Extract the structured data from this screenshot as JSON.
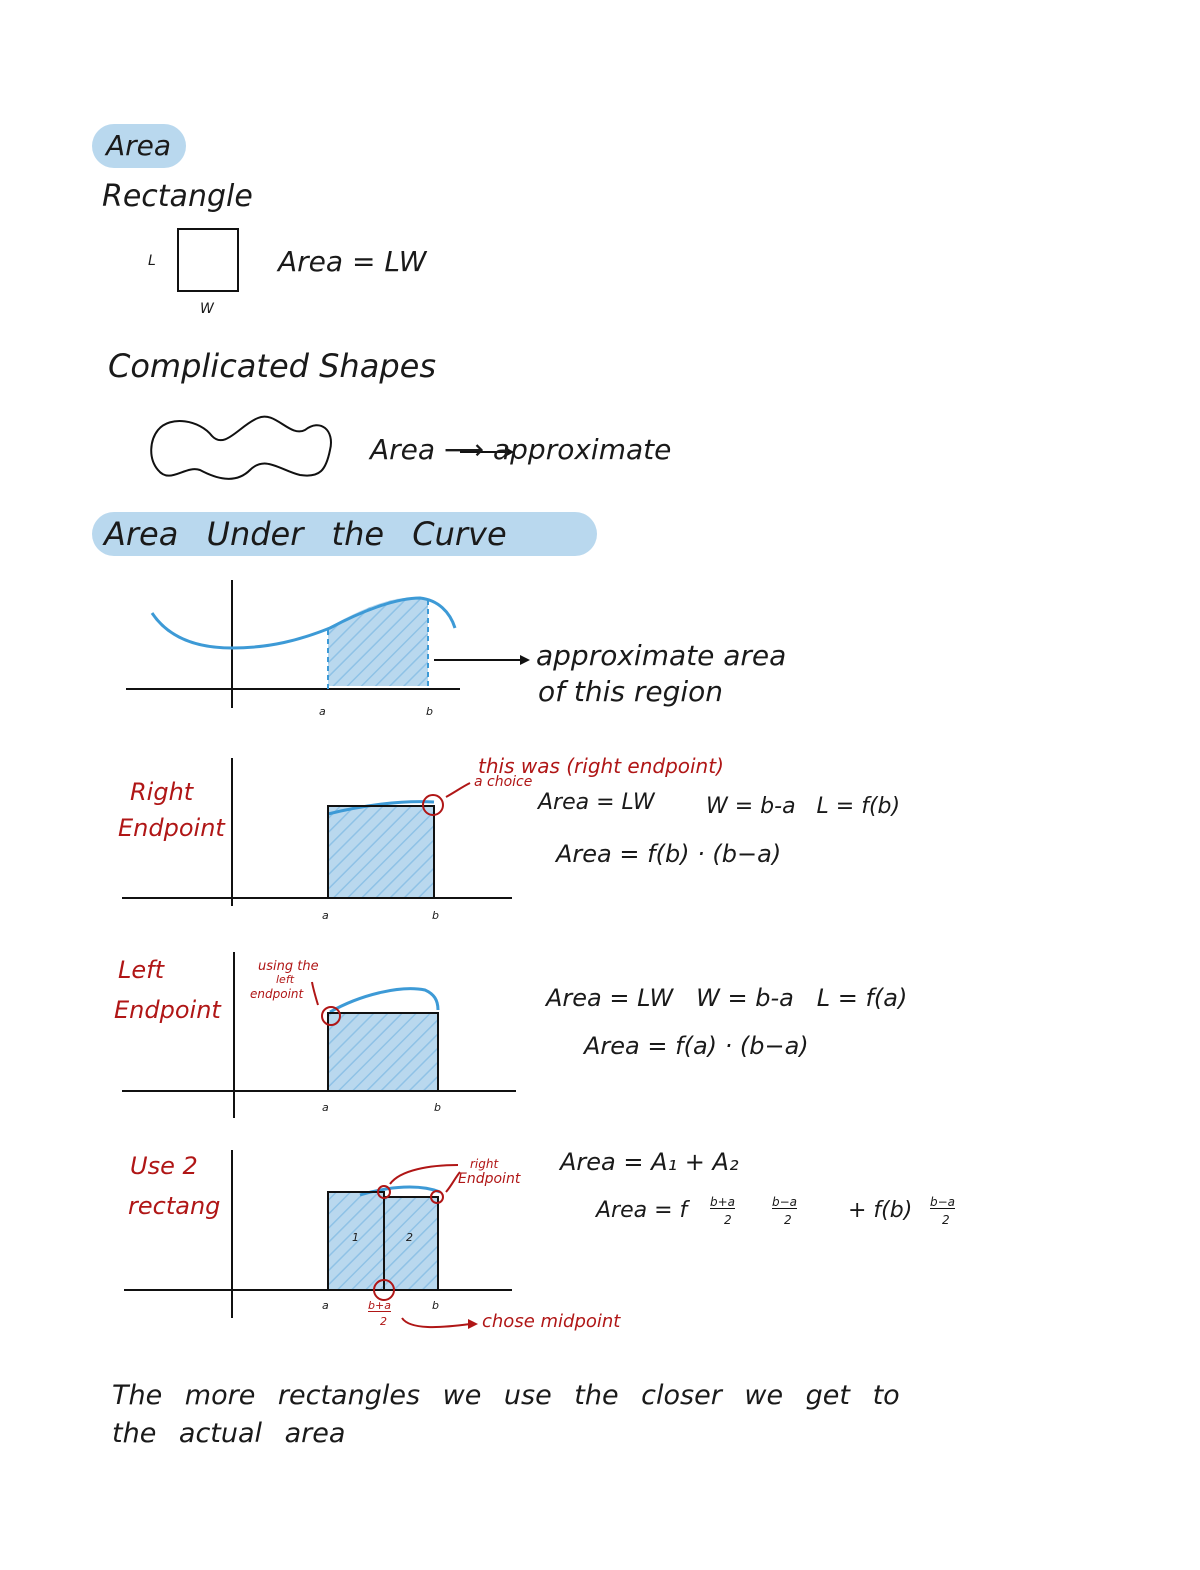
{
  "headings": {
    "area": "Area",
    "rectangle": "Rectangle",
    "complicated": "Complicated Shapes",
    "under_curve": "Area Under the Curve"
  },
  "rectangle": {
    "side_l": "L",
    "side_w": "W",
    "formula": "Area = LW"
  },
  "complicated": {
    "formula": "Area ⟶ approximate"
  },
  "graph1": {
    "a": "a",
    "b": "b",
    "note_line1": "approximate area",
    "note_line2": "of this region"
  },
  "right": {
    "label_line1": "Right",
    "label_line2": "Endpoint",
    "choice_top": "this was (right endpoint)",
    "choice_bottom": "a choice",
    "eq1": "Area = LW",
    "eq1b": "W = b-a   L = f(b)",
    "eq2": "Area = f(b) · (b−a)",
    "a": "a",
    "b": "b"
  },
  "left": {
    "label_line1": "Left",
    "label_line2": "Endpoint",
    "note_line1": "using the",
    "note_line2": "left",
    "note_line3": "endpoint",
    "eq1": "Area = LW   W = b-a   L = f(a)",
    "eq2": "Area = f(a) · (b−a)",
    "a": "a",
    "b": "b"
  },
  "two": {
    "label_line1": "Use 2",
    "label_line2": "rectang",
    "rect1": "1",
    "rect2": "2",
    "right_note1": "right",
    "right_note2": "Endpoint",
    "mid_top": "b+a",
    "mid_bottom": "2",
    "mid_note": "chose midpoint",
    "eq1": "Area = A₁ + A₂",
    "eq2_prefix": "Area = f",
    "frac1_top": "b+a",
    "frac1_bot": "2",
    "frac2_top": "b−a",
    "frac2_bot": "2",
    "eq2_mid": "+ f(b)",
    "frac3_top": "b−a",
    "frac3_bot": "2",
    "a": "a",
    "b": "b"
  },
  "conclusion": {
    "line1": "The more rectangles we use the closer we get to",
    "line2": "the actual area"
  },
  "colors": {
    "blue": "#3d9ad6",
    "fill": "#b9d8ee",
    "red": "#b01616"
  }
}
